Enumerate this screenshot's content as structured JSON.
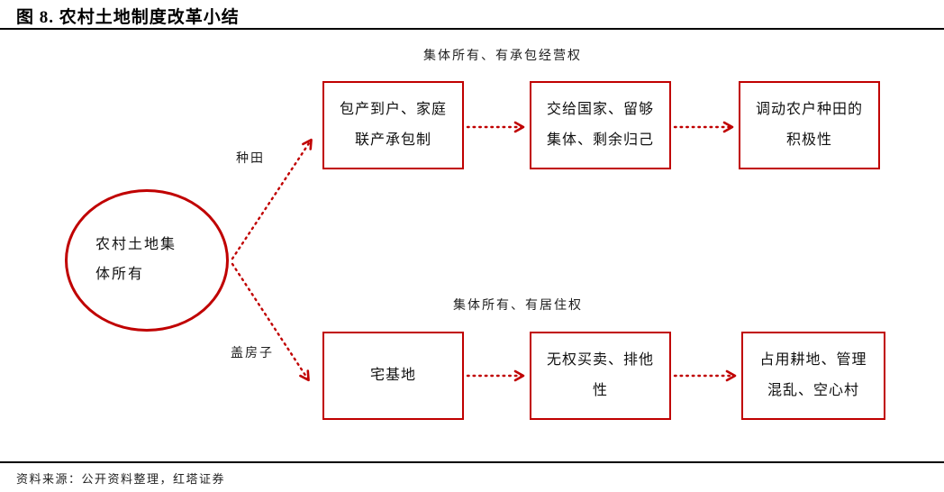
{
  "title": "图 8. 农村土地制度改革小结",
  "colors": {
    "accent_red": "#c00000",
    "rule_black": "#000000",
    "text_dark": "#1f1f1f"
  },
  "diagram": {
    "root": {
      "label": "农村土地集体所有"
    },
    "branches": [
      {
        "edge_label": "种田",
        "group_label": "集体所有、有承包经营权",
        "nodes": [
          {
            "label": "包产到户、家庭联产承包制"
          },
          {
            "label": "交给国家、留够集体、剩余归己"
          },
          {
            "label": "调动农户种田的积极性"
          }
        ]
      },
      {
        "edge_label": "盖房子",
        "group_label": "集体所有、有居住权",
        "nodes": [
          {
            "label": "宅基地"
          },
          {
            "label": "无权买卖、排他性"
          },
          {
            "label": "占用耕地、管理混乱、空心村"
          }
        ]
      }
    ]
  },
  "footer": {
    "source": "资料来源：公开资料整理，红塔证券"
  }
}
